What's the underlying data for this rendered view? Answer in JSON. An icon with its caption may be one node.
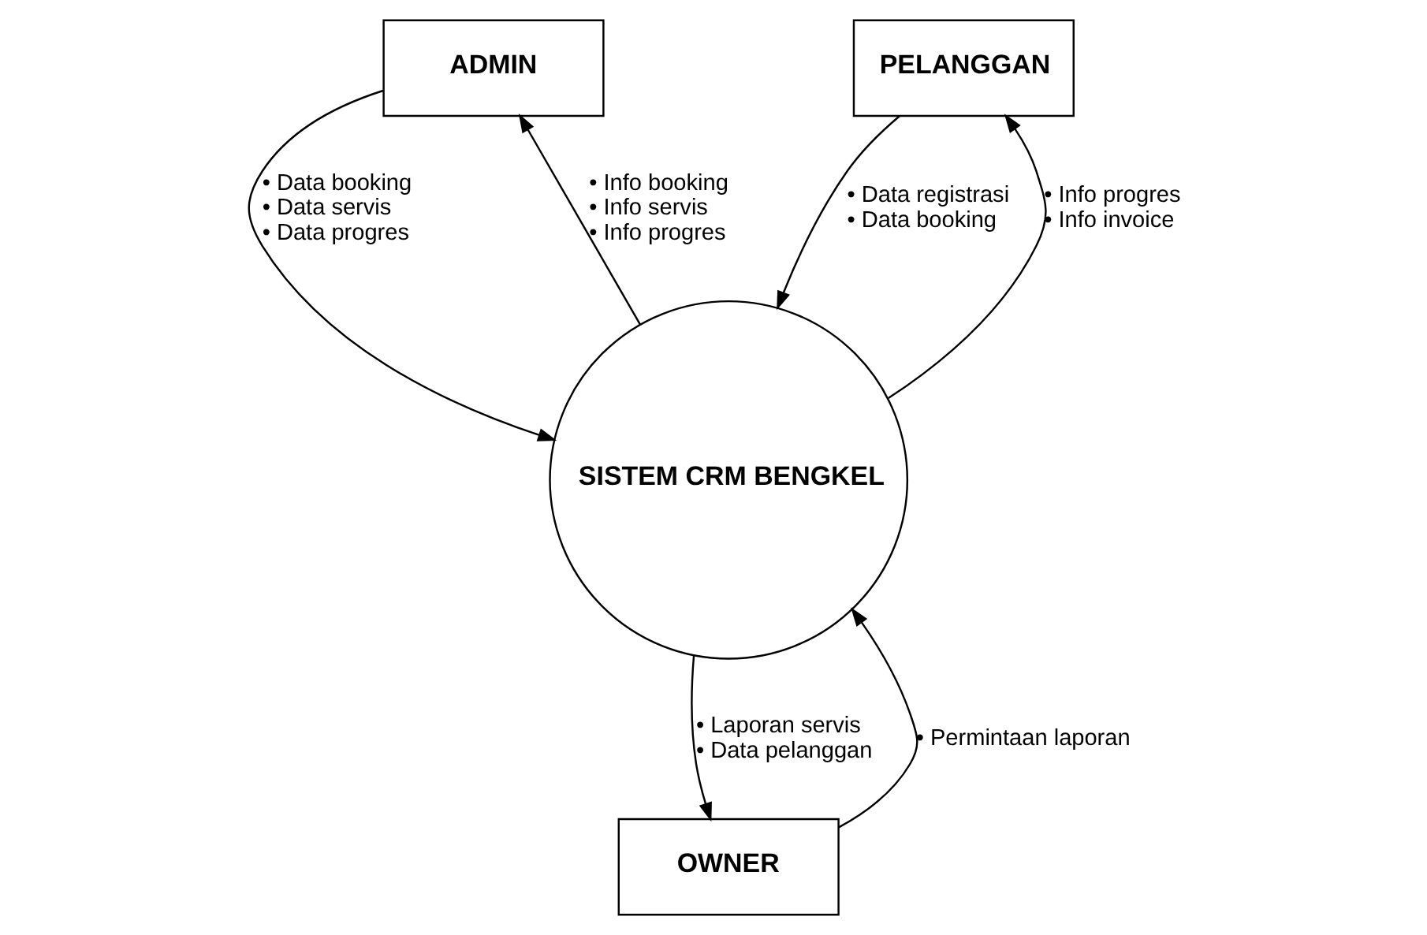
{
  "diagram": {
    "nodes": [
      {
        "text": [
          "ADMIN"
        ]
      },
      {
        "text": [
          "PELANGGAN"
        ]
      },
      {
        "text": [
          "SISTEM CRM BENGKEL"
        ]
      },
      {
        "text": [
          "OWNER"
        ]
      }
    ],
    "edges": [
      {
        "from": 0,
        "to": 2,
        "arrow": "to",
        "label": [
          "• Data booking",
          "• Data servis",
          "• Data progres"
        ]
      },
      {
        "from": 1,
        "to": 2,
        "arrow": "to",
        "label": [
          "• Data registrasi",
          "• Data booking"
        ]
      },
      {
        "from": 2,
        "to": 0,
        "arrow": "to",
        "label": [
          "• Info booking",
          "• Info servis",
          "• Info progres"
        ]
      },
      {
        "from": 2,
        "to": 1,
        "arrow": "to",
        "label": [
          "• Info progres",
          "• Info invoice"
        ]
      },
      {
        "from": 3,
        "to": 2,
        "arrow": "to",
        "label": [
          "• Permintaan laporan"
        ]
      },
      {
        "from": 2,
        "to": 3,
        "arrow": "to",
        "label": [
          "• Laporan servis",
          "• Data pelanggan"
        ]
      }
    ]
  }
}
